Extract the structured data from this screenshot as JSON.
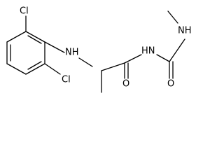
{
  "molecule": {
    "atoms": {
      "cl_top": "Cl",
      "cl_bottom": "Cl",
      "nh_amine": "NH",
      "hn_amide": "HN",
      "o_carbonyl_left": "O",
      "o_carbonyl_right": "O",
      "nh_methylamino": "NH"
    }
  },
  "colors": {
    "bond": "#000000",
    "label": "#000000",
    "background": "#ffffff"
  }
}
